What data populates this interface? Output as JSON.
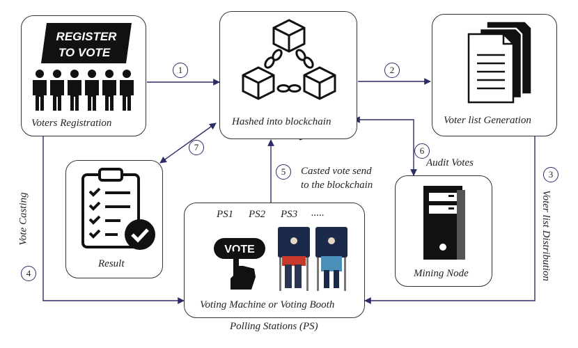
{
  "boxes": {
    "registration": {
      "badge_line1": "REGISTER",
      "badge_line2": "TO VOTE",
      "label": "Voters Registration"
    },
    "blockchain": {
      "label": "Hashed into blockchain"
    },
    "voter_list": {
      "label": "Voter list Generation"
    },
    "result": {
      "label": "Result"
    },
    "polling": {
      "ps1": "PS1",
      "ps2": "PS2",
      "ps3": "PS3",
      "dots": ".....",
      "vote_button": "VOTE",
      "label": "Voting Machine or Voting Booth"
    },
    "mining": {
      "label": "Mining Node"
    }
  },
  "polling_caption": "Polling Stations (PS)",
  "steps": {
    "s1": "1",
    "s2": "2",
    "s3": "3",
    "s4": "4",
    "s5": "5",
    "s6": "6",
    "s7": "7"
  },
  "edge_labels": {
    "casted_line1": "Casted vote send",
    "casted_line2": "to the blockchain",
    "audit": "Audit Votes",
    "vote_casting": "Vote Casting",
    "distribution": "Voter list Distribution"
  },
  "colors": {
    "line": "#2c2c66",
    "box": "#333333",
    "badge": "#111111"
  }
}
